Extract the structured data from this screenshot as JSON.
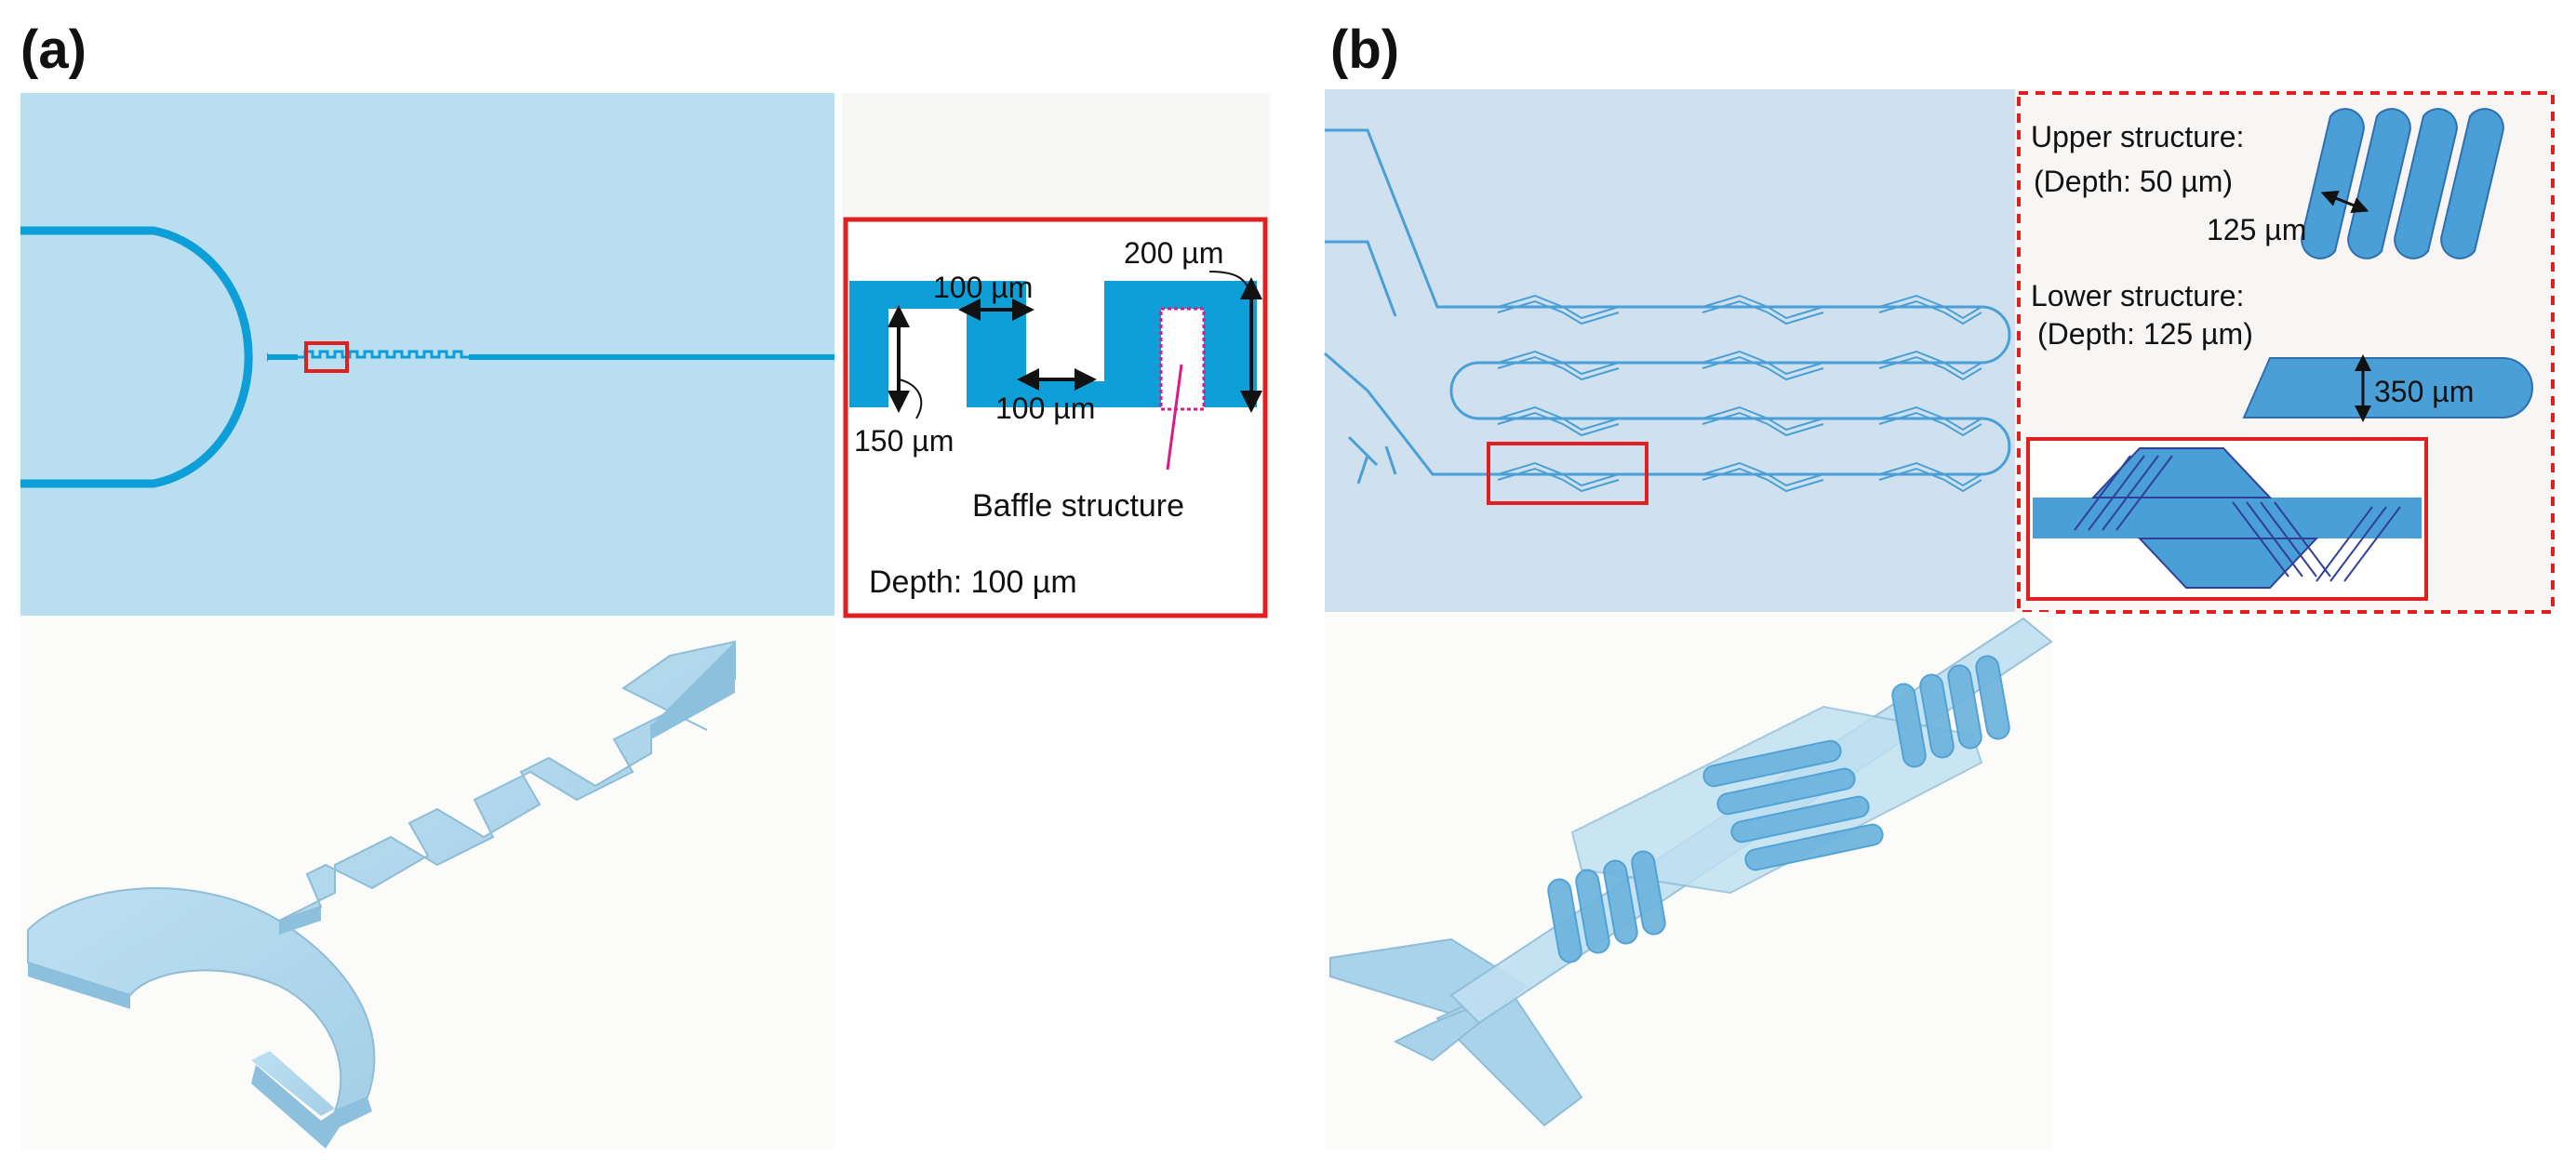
{
  "panel_a": {
    "label": "(a)",
    "inset": {
      "dim_200": "200 µm",
      "dim_100_top": "100 µm",
      "dim_100_bottom": "100 µm",
      "dim_150": "150 µm",
      "baffle_label": "Baffle structure",
      "depth_label": "Depth: 100 µm"
    }
  },
  "panel_b": {
    "label": "(b)",
    "inset": {
      "upper_title": "Upper structure:",
      "upper_depth": "(Depth: 50 µm)",
      "upper_width": "125 µm",
      "lower_title": "Lower structure:",
      "lower_depth": "(Depth: 125 µm)",
      "lower_width": "350 µm"
    }
  },
  "colors": {
    "chip_bg_a": "#b9def0",
    "chip_bg_b": "#cfe1ef",
    "channel_blue": "#0e9fd8",
    "structure_blue": "#4a9fd6",
    "model_blue": "#a9d3ea",
    "inset_frame_red": "#e02020",
    "baffle_magenta": "#d81b8a"
  }
}
